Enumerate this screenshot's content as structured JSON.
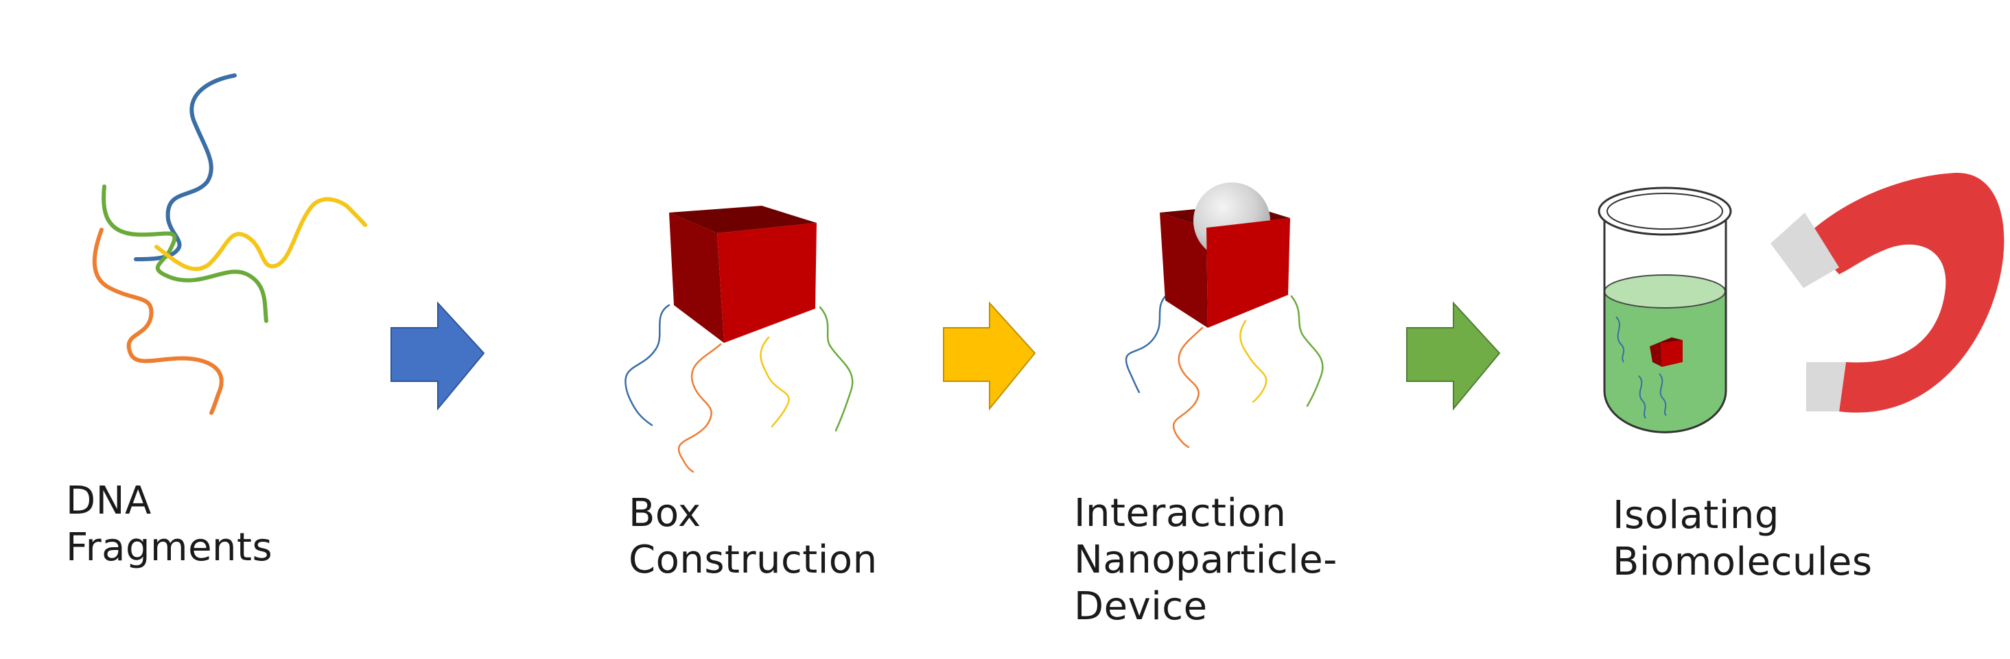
{
  "steps": [
    {
      "lines": [
        "DNA",
        "Fragments"
      ]
    },
    {
      "lines": [
        "Box",
        "Construction"
      ]
    },
    {
      "lines": [
        "Interaction",
        "Nanoparticle-",
        "Device"
      ]
    },
    {
      "lines": [
        "Isolating",
        "Biomolecules"
      ]
    }
  ],
  "colors": {
    "strand_blue": "#3a6ea5",
    "strand_green": "#6aaa3a",
    "strand_yellow": "#f5c518",
    "strand_orange": "#ed7d31",
    "arrow_1": "#4472c4",
    "arrow_2": "#ffc000",
    "arrow_3": "#70ad47",
    "box_front": "#c00000",
    "box_side": "#8b0000",
    "magnet_red": "#e03a3a",
    "magnet_tip": "#d9d9d9",
    "liquid": "#7cc576"
  },
  "icons": [
    "dna-strands-icon",
    "dna-box-icon",
    "nanoparticle-box-icon",
    "test-tube-icon",
    "magnet-icon"
  ]
}
